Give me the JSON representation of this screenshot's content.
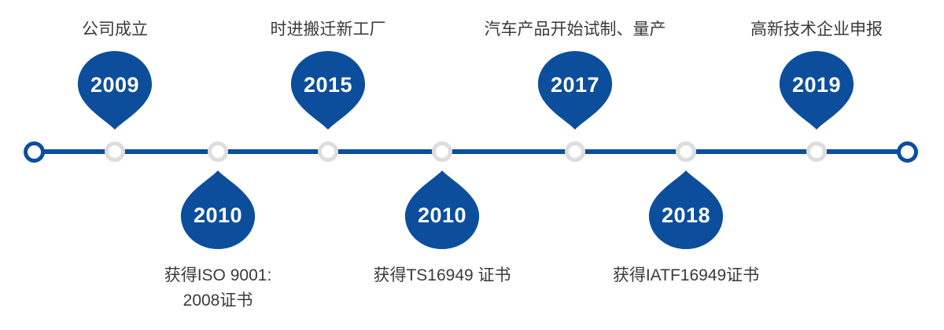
{
  "colors": {
    "accent_blue": "#0d4e9c",
    "node_ring_gray": "#dddddd",
    "label_text": "#3a3a3a",
    "year_text": "#ffffff"
  },
  "timeline": {
    "milestones": [
      {
        "year": "2009",
        "position": "above",
        "label_lines": [
          "公司成立"
        ]
      },
      {
        "year": "2010",
        "position": "below",
        "label_lines": [
          "获得ISO 9001:",
          "2008证书"
        ]
      },
      {
        "year": "2015",
        "position": "above",
        "label_lines": [
          "时进搬迁新工厂"
        ]
      },
      {
        "year": "2010",
        "position": "below",
        "label_lines": [
          "获得TS16949 证书"
        ]
      },
      {
        "year": "2017",
        "position": "above",
        "label_lines": [
          "汽车产品开始试制、量产"
        ]
      },
      {
        "year": "2018",
        "position": "below",
        "label_lines": [
          "获得IATF16949证书"
        ]
      },
      {
        "year": "2019",
        "position": "above",
        "label_lines": [
          "高新技术企业申报"
        ]
      }
    ]
  }
}
